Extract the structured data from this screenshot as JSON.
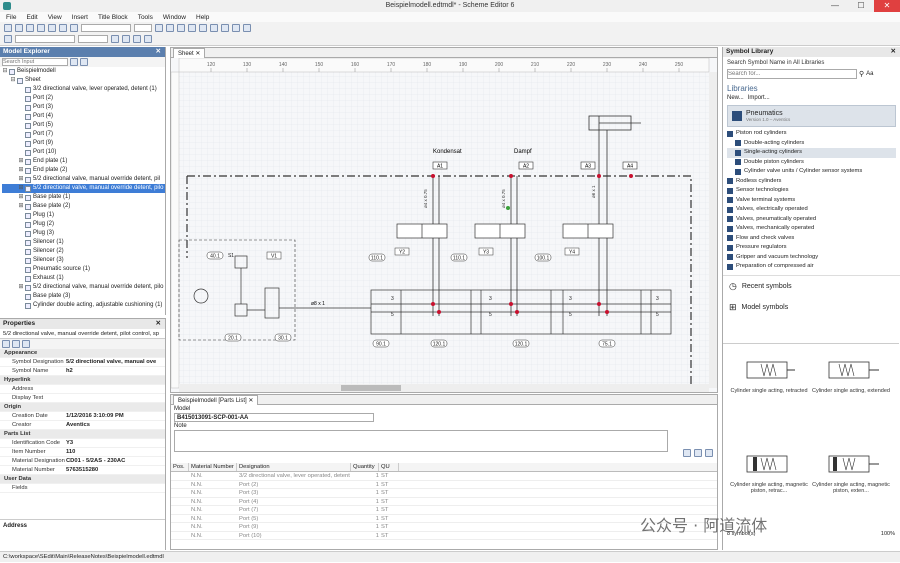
{
  "window": {
    "title": "Beispielmodell.edtmdl* - Scheme Editor 6",
    "min": "—",
    "max": "☐",
    "close": "✕"
  },
  "menu": [
    "File",
    "Edit",
    "View",
    "Insert",
    "Title Block",
    "Tools",
    "Window",
    "Help"
  ],
  "model_explorer": {
    "title": "Model Explorer",
    "search_placeholder": "Search Input",
    "items": [
      {
        "label": "Beispielmodell",
        "level": 0,
        "expand": "⊟",
        "selected": false
      },
      {
        "label": "Sheet",
        "level": 1,
        "expand": "⊟",
        "selected": false
      },
      {
        "label": "3/2 directional valve, lever operated, detent (1)",
        "level": 2,
        "expand": "",
        "selected": false
      },
      {
        "label": "Port (2)",
        "level": 2,
        "expand": "",
        "selected": false
      },
      {
        "label": "Port (3)",
        "level": 2,
        "expand": "",
        "selected": false
      },
      {
        "label": "Port (4)",
        "level": 2,
        "expand": "",
        "selected": false
      },
      {
        "label": "Port (5)",
        "level": 2,
        "expand": "",
        "selected": false
      },
      {
        "label": "Port (7)",
        "level": 2,
        "expand": "",
        "selected": false
      },
      {
        "label": "Port (9)",
        "level": 2,
        "expand": "",
        "selected": false
      },
      {
        "label": "Port (10)",
        "level": 2,
        "expand": "",
        "selected": false
      },
      {
        "label": "End plate (1)",
        "level": 2,
        "expand": "⊞",
        "selected": false
      },
      {
        "label": "End plate (2)",
        "level": 2,
        "expand": "⊞",
        "selected": false
      },
      {
        "label": "5/2 directional valve, manual override detent, pil",
        "level": 2,
        "expand": "⊞",
        "selected": false
      },
      {
        "label": "5/2 directional valve, manual override detent, pilo",
        "level": 2,
        "expand": "⊞",
        "selected": true
      },
      {
        "label": "Base plate (1)",
        "level": 2,
        "expand": "⊞",
        "selected": false
      },
      {
        "label": "Base plate (2)",
        "level": 2,
        "expand": "⊞",
        "selected": false
      },
      {
        "label": "Plug (1)",
        "level": 2,
        "expand": "",
        "selected": false
      },
      {
        "label": "Plug (2)",
        "level": 2,
        "expand": "",
        "selected": false
      },
      {
        "label": "Plug (3)",
        "level": 2,
        "expand": "",
        "selected": false
      },
      {
        "label": "Silencer (1)",
        "level": 2,
        "expand": "",
        "selected": false
      },
      {
        "label": "Silencer (2)",
        "level": 2,
        "expand": "",
        "selected": false
      },
      {
        "label": "Silencer (3)",
        "level": 2,
        "expand": "",
        "selected": false
      },
      {
        "label": "Pneumatic source (1)",
        "level": 2,
        "expand": "",
        "selected": false
      },
      {
        "label": "Exhaust (1)",
        "level": 2,
        "expand": "",
        "selected": false
      },
      {
        "label": "5/2 directional valve, manual override detent, pilo",
        "level": 2,
        "expand": "⊞",
        "selected": false
      },
      {
        "label": "Base plate (3)",
        "level": 2,
        "expand": "",
        "selected": false
      },
      {
        "label": "Cylinder double acting, adjustable cushioning (1)",
        "level": 2,
        "expand": "",
        "selected": false
      }
    ]
  },
  "properties": {
    "title": "Properties",
    "subject": "5/2 directional valve, manual override detent, pilot control, sp",
    "rows": [
      {
        "k": "Appearance",
        "v": "",
        "sec": true
      },
      {
        "k": "Symbol Designation",
        "v": "5/2 directional valve, manual ove",
        "sec": false
      },
      {
        "k": "Symbol Name",
        "v": "h2",
        "sec": false
      },
      {
        "k": "Hyperlink",
        "v": "",
        "sec": true
      },
      {
        "k": "Address",
        "v": "",
        "sec": false
      },
      {
        "k": "Display Text",
        "v": "",
        "sec": false
      },
      {
        "k": "Origin",
        "v": "",
        "sec": true
      },
      {
        "k": "Creation Date",
        "v": "1/12/2016 3:10:09 PM",
        "sec": false
      },
      {
        "k": "Creator",
        "v": "Aventics",
        "sec": false
      },
      {
        "k": "Parts List",
        "v": "",
        "sec": true
      },
      {
        "k": "Identification Code",
        "v": "Y3",
        "sec": false
      },
      {
        "k": "Item Number",
        "v": "110",
        "sec": false
      },
      {
        "k": "Material Designation",
        "v": "CD01 - 5/2AS - 230AC",
        "sec": false
      },
      {
        "k": "Material Number",
        "v": "5763515280",
        "sec": false
      },
      {
        "k": "User Data",
        "v": "",
        "sec": true
      },
      {
        "k": "Fields",
        "v": "",
        "sec": false
      }
    ],
    "address_label": "Address"
  },
  "sheet": {
    "tab": "Sheet",
    "ruler": [
      "120",
      "130",
      "140",
      "150",
      "160",
      "170",
      "180",
      "190",
      "200",
      "210",
      "220",
      "230",
      "240",
      "250"
    ],
    "labels": {
      "kondensat": "Kondensat",
      "dampf": "Dampf",
      "a1": "A1",
      "a2": "A2",
      "a3": "A3",
      "a4": "A4",
      "y2": "Y2",
      "y3": "Y3",
      "y4": "Y4",
      "s1": "S1",
      "v1": "V1",
      "n40": "40.1",
      "n201": "20.1",
      "n301": "30.1",
      "n901": "90.1",
      "n1201": "120.1",
      "n1202": "120.1",
      "n751": "75.1",
      "n1101": "110.1",
      "n1102": "110.1",
      "n1001": "100.1",
      "pipe": "ø8 x 1",
      "pipe2": "ø4 x 0.75",
      "pipe3": "ø6 x 1"
    }
  },
  "parts_list": {
    "tab": "Beispielmodell [Parts List]",
    "model_label": "Model",
    "model_value": "B415013091-SCP-001-AA",
    "note_label": "Note",
    "headers": [
      "Pos.",
      "Material Number",
      "Designation",
      "Quantity",
      "QU"
    ],
    "rows": [
      [
        "",
        "N.N.",
        "3/2 directional valve, lever operated, detent",
        "1",
        "ST"
      ],
      [
        "",
        "N.N.",
        "Port (2)",
        "1",
        "ST"
      ],
      [
        "",
        "N.N.",
        "Port (3)",
        "1",
        "ST"
      ],
      [
        "",
        "N.N.",
        "Port (4)",
        "1",
        "ST"
      ],
      [
        "",
        "N.N.",
        "Port (7)",
        "1",
        "ST"
      ],
      [
        "",
        "N.N.",
        "Port (5)",
        "1",
        "ST"
      ],
      [
        "",
        "N.N.",
        "Port (9)",
        "1",
        "ST"
      ],
      [
        "",
        "N.N.",
        "Port (10)",
        "1",
        "ST"
      ]
    ]
  },
  "symbol_library": {
    "title": "Symbol Library",
    "search_scope": "Search Symbol Name",
    "scope_in": "in All Libraries",
    "search_placeholder": "Search for...",
    "libraries_label": "Libraries",
    "new_label": "New...",
    "import_label": "Import...",
    "category": "Pneumatics",
    "category_sub": "Version 1.0 – Aventics",
    "items": [
      {
        "label": "Piston rod cylinders",
        "sub": false,
        "hl": false
      },
      {
        "label": "Double-acting cylinders",
        "sub": true,
        "hl": false
      },
      {
        "label": "Single-acting cylinders",
        "sub": true,
        "hl": true
      },
      {
        "label": "Double piston cylinders",
        "sub": true,
        "hl": false
      },
      {
        "label": "Cylinder valve units / Cylinder sensor systems",
        "sub": true,
        "hl": false
      },
      {
        "label": "Rodless cylinders",
        "sub": false,
        "hl": false
      },
      {
        "label": "Sensor technologies",
        "sub": false,
        "hl": false
      },
      {
        "label": "Valve terminal systems",
        "sub": false,
        "hl": false
      },
      {
        "label": "Valves, electrically operated",
        "sub": false,
        "hl": false
      },
      {
        "label": "Valves, pneumatically operated",
        "sub": false,
        "hl": false
      },
      {
        "label": "Valves, mechanically operated",
        "sub": false,
        "hl": false
      },
      {
        "label": "Flow and check valves",
        "sub": false,
        "hl": false
      },
      {
        "label": "Pressure regulators",
        "sub": false,
        "hl": false
      },
      {
        "label": "Gripper and vacuum technology",
        "sub": false,
        "hl": false
      },
      {
        "label": "Preparation of compressed air",
        "sub": false,
        "hl": false
      }
    ],
    "recent": "Recent symbols",
    "model_symbols": "Model symbols",
    "symbols": [
      "Cylinder single acting, retracted",
      "Cylinder single acting, extended",
      "Cylinder single acting, magnetic piston, retrac...",
      "Cylinder single acting, magnetic piston, exten..."
    ],
    "count": "8 symbol(s)",
    "zoom": "100%"
  },
  "watermark": "公众号 · 阿道流体",
  "status": "C:\\workspace\\SEdit\\Main\\ReleaseNotes\\Beispielmodell.edtmdl"
}
